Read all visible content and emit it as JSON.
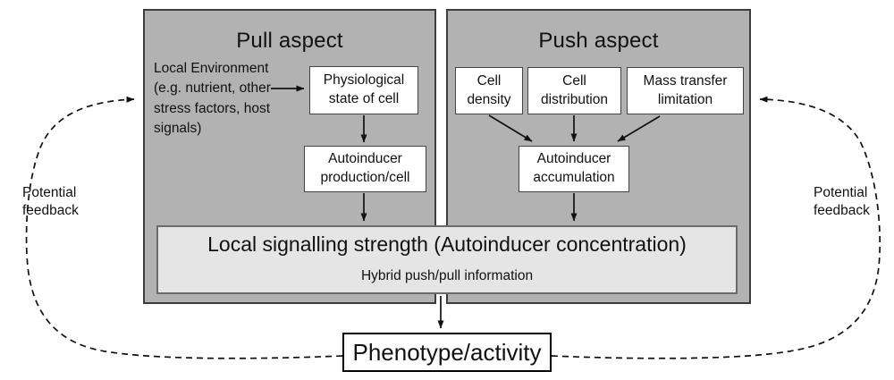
{
  "diagram": {
    "pull_panel": {
      "title": "Pull aspect",
      "environment_note": "Local Environment\n(e.g. nutrient, other\nstress factors, host\nsignals)",
      "boxes": {
        "physiological": "Physiological\nstate of cell",
        "production": "Autoinducer\nproduction/cell"
      }
    },
    "push_panel": {
      "title": "Push aspect",
      "boxes": {
        "cell_density": "Cell\ndensity",
        "cell_distribution": "Cell\ndistribution",
        "mass_transfer": "Mass transfer\nlimitation",
        "accumulation": "Autoinducer\naccumulation"
      }
    },
    "banner": {
      "title": "Local signalling strength (Autoinducer concentration)",
      "subtitle": "Hybrid push/pull information"
    },
    "phenotype_label": "Phenotype/activity",
    "feedback_left_label": "Potential\nfeedback",
    "feedback_right_label": "Potential\nfeedback",
    "colors": {
      "panel_fill": "#b2b2b2",
      "panel_border": "#3d3d3d",
      "banner_fill": "#e5e5e5",
      "banner_border": "#6b6b6b",
      "box_fill": "#ffffff",
      "box_border": "#444444",
      "arrow": "#111111"
    }
  }
}
